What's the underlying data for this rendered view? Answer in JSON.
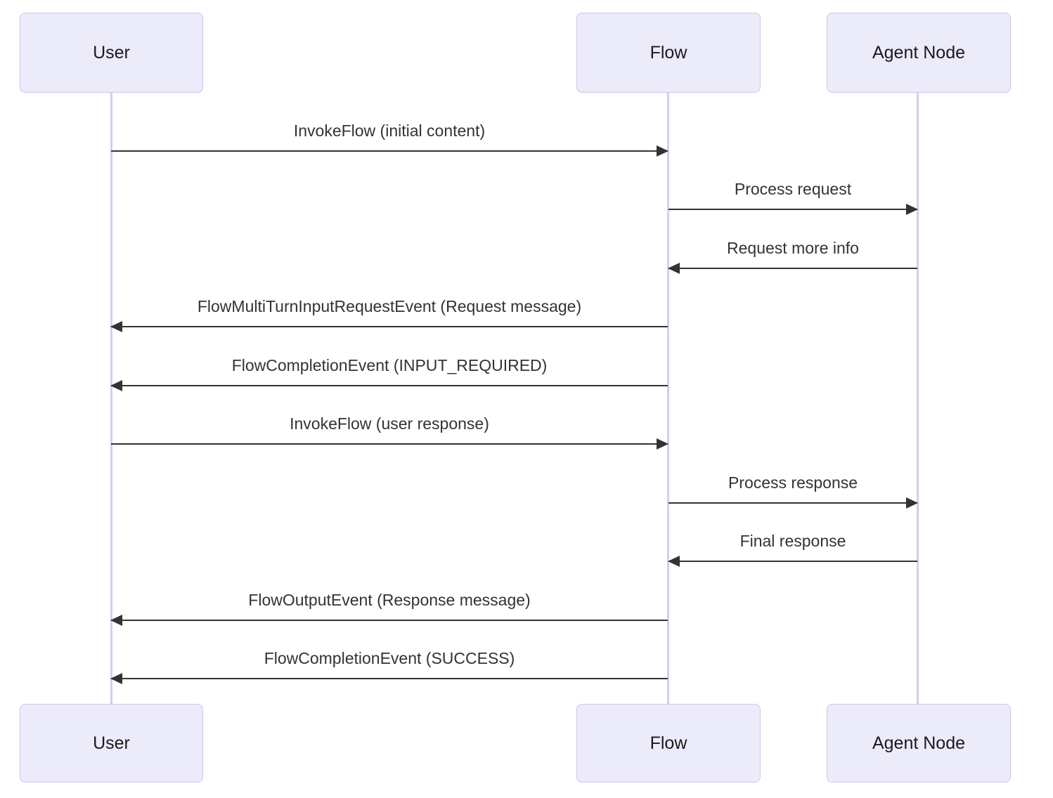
{
  "diagram": {
    "type": "sequence-diagram",
    "participants": [
      {
        "id": "user",
        "label": "User"
      },
      {
        "id": "flow",
        "label": "Flow"
      },
      {
        "id": "agent",
        "label": "Agent Node"
      }
    ],
    "messages": [
      {
        "from": "User",
        "to": "Flow",
        "label": "InvokeFlow (initial content)"
      },
      {
        "from": "Flow",
        "to": "Agent Node",
        "label": "Process request"
      },
      {
        "from": "Agent Node",
        "to": "Flow",
        "label": "Request more info"
      },
      {
        "from": "Flow",
        "to": "User",
        "label": "FlowMultiTurnInputRequestEvent (Request message)"
      },
      {
        "from": "Flow",
        "to": "User",
        "label": "FlowCompletionEvent (INPUT_REQUIRED)"
      },
      {
        "from": "User",
        "to": "Flow",
        "label": "InvokeFlow (user response)"
      },
      {
        "from": "Flow",
        "to": "Agent Node",
        "label": "Process response"
      },
      {
        "from": "Agent Node",
        "to": "Flow",
        "label": "Final response"
      },
      {
        "from": "Flow",
        "to": "User",
        "label": "FlowOutputEvent (Response message)"
      },
      {
        "from": "Flow",
        "to": "User",
        "label": "FlowCompletionEvent (SUCCESS)"
      }
    ],
    "colors": {
      "actor_fill": "#ecebfa",
      "actor_border": "#cdc5ea",
      "lifeline": "#d7ccef",
      "arrow": "#333333",
      "text": "#333333"
    }
  }
}
